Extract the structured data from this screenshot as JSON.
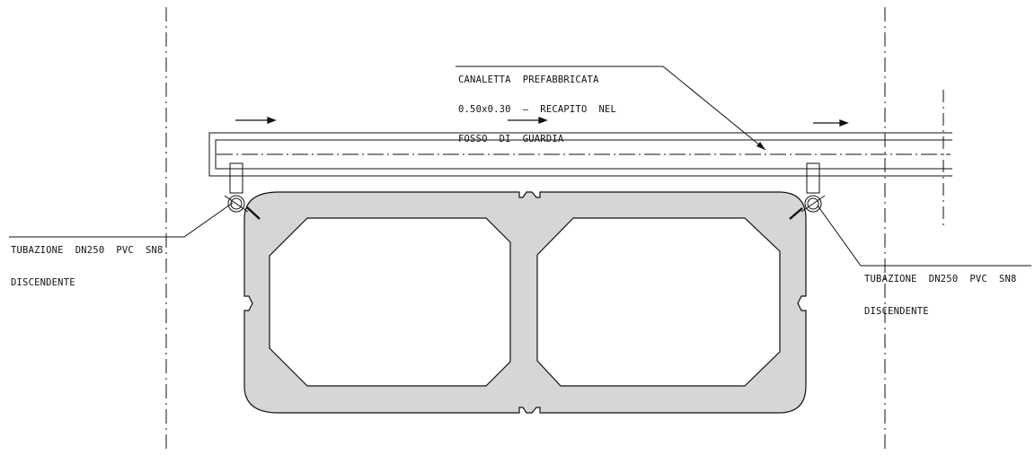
{
  "labels": {
    "channel": {
      "lines": [
        "CANALETTA  PREFABBRICATA",
        "0.50x0.30  –  RECAPITO  NEL",
        "FOSSO  DI  GUARDIA"
      ]
    },
    "pipe_left": {
      "lines": [
        "TUBAZIONE  DN250  PVC  SN8",
        "DISCENDENTE"
      ]
    },
    "pipe_right": {
      "lines": [
        "TUBAZIONE  DN250  PVC  SN8",
        "DISCENDENTE"
      ]
    }
  },
  "colors": {
    "line": "#111111",
    "concrete_fill": "#d6d6d6",
    "paper": "#ffffff"
  }
}
